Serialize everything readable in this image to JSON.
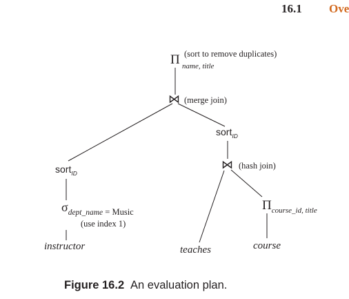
{
  "header": {
    "section_number": "16.1",
    "section_title_fragment": "Ove",
    "title_color": "#d2691e"
  },
  "plan": {
    "root": {
      "symbol": "Π",
      "subscript": "name, title",
      "note": "(sort to remove duplicates)"
    },
    "merge_join": {
      "symbol": "⋈",
      "note": "(merge join)"
    },
    "sort_right": {
      "label": "sort",
      "subscript": "ID"
    },
    "sort_left": {
      "label": "sort",
      "subscript": "ID"
    },
    "hash_join": {
      "symbol": "⋈",
      "note": "(hash join)"
    },
    "select": {
      "symbol": "σ",
      "subscript": "dept_name",
      "predicate": " = Music",
      "note": "(use index 1)"
    },
    "project_course": {
      "symbol": "Π",
      "subscript": "course_id, title"
    },
    "relations": {
      "instructor": "instructor",
      "teaches": "teaches",
      "course": "course"
    }
  },
  "caption": {
    "label": "Figure 16.2",
    "text": "An evaluation plan."
  }
}
